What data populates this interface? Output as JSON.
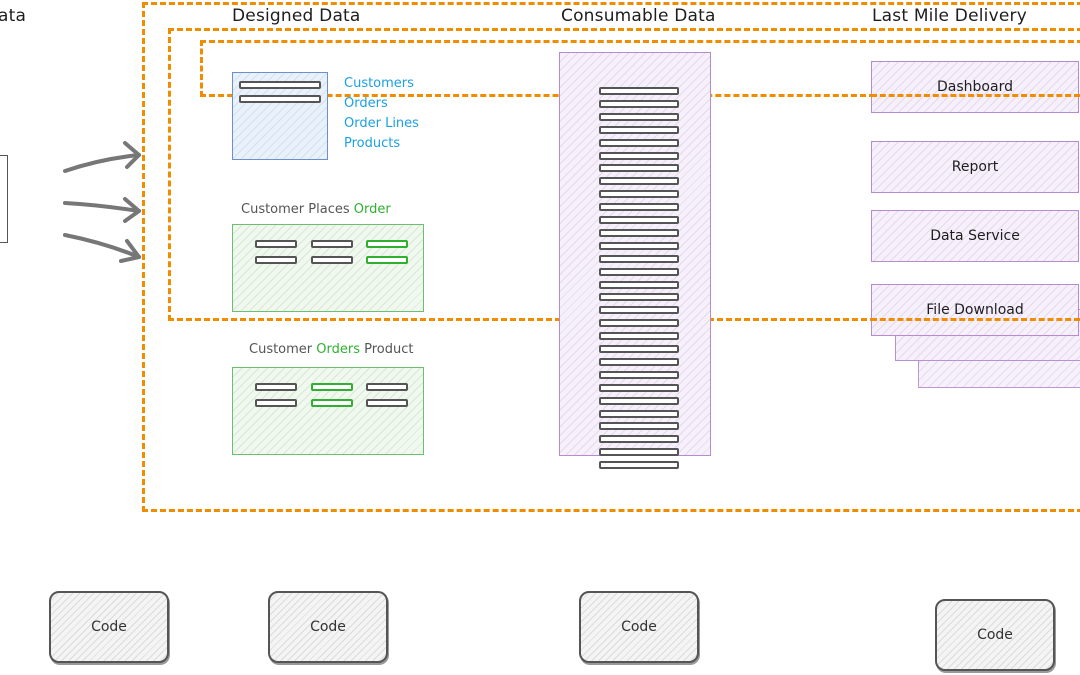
{
  "headings": {
    "left_partial": "ata",
    "designed": "Designed Data",
    "consumable": "Consumable Data",
    "last_mile": "Last Mile Delivery"
  },
  "entities": [
    "Customers",
    "Orders",
    "Order Lines",
    "Products"
  ],
  "relations": {
    "places": {
      "part1": "Customer Places ",
      "highlight": "Order",
      "part2": ""
    },
    "orders": {
      "part1": "Customer ",
      "highlight": "Orders",
      "part2": " Product"
    }
  },
  "delivery": {
    "dashboard": "Dashboard",
    "report": "Report",
    "data_service": "Data Service",
    "file_download": "File Download"
  },
  "code_buttons": [
    "Code",
    "Code",
    "Code",
    "Code"
  ],
  "colors": {
    "dash_orange": "#f08c00",
    "entity_blue": "#1ba1e2",
    "highlight_green": "#2fb12f",
    "consumable_purple": "#b58ccf"
  }
}
